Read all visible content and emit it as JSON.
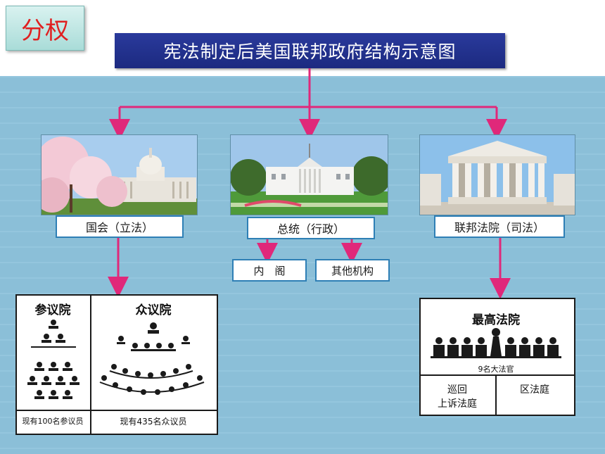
{
  "corner_tag": "分权",
  "title": "宪法制定后美国联邦政府结构示意图",
  "branches": {
    "congress": "国会（立法）",
    "president": "总统（行政）",
    "court": "联邦法院（司法）"
  },
  "executive_sub": {
    "cabinet": "内　阁",
    "other_agencies": "其他机构"
  },
  "congress_box": {
    "senate_title": "参议院",
    "house_title": "众议院",
    "senate_note": "现有100名参议员",
    "house_note": "现有435名众议员"
  },
  "court_box": {
    "supreme_title": "最高法院",
    "justices_note": "9名大法官",
    "appeals_line1": "巡回",
    "appeals_line2": "上诉法庭",
    "district": "区法庭"
  },
  "colors": {
    "arrow": "#e0287a",
    "label_border": "#2e7fb5",
    "title_bg": "#1c2a80",
    "panel_bg": "#8ec3dc"
  }
}
